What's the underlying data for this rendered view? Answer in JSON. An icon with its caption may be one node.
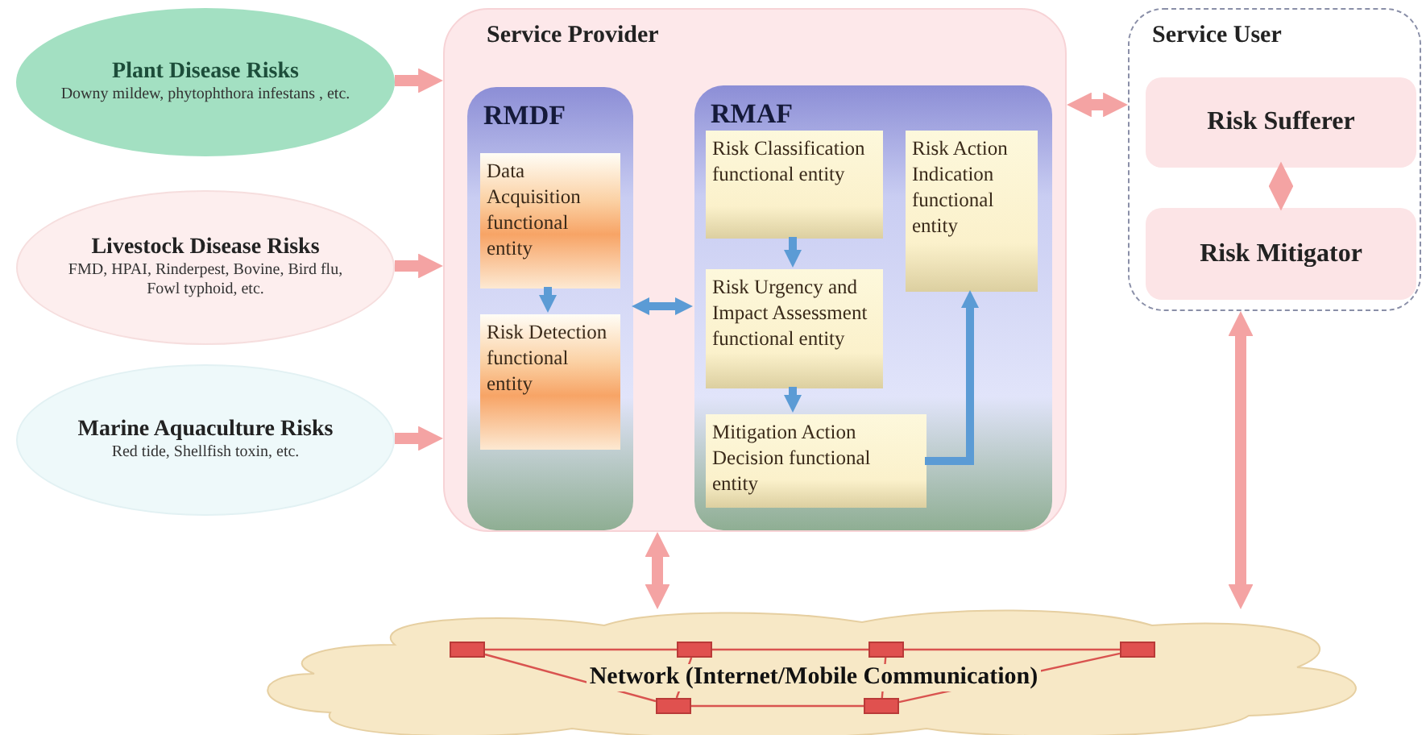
{
  "diagram": {
    "nodes": [
      {
        "text": [
          "Plant Disease Risks",
          "Downy mildew, phytophthora infestans , etc."
        ]
      },
      {
        "text": [
          "Livestock Disease Risks",
          "FMD, HPAI, Rinderpest, Bovine, Bird flu, Fowl typhoid, etc."
        ]
      },
      {
        "text": [
          "Marine Aquaculture Risks",
          "Red tide, Shellfish toxin, etc."
        ]
      },
      {
        "text": [
          "Service Provider"
        ]
      },
      {
        "text": [
          "RMDF"
        ],
        "in": 3
      },
      {
        "text": [
          "Data Acquisition functional entity"
        ],
        "in": 4
      },
      {
        "text": [
          "Risk Detection functional entity"
        ],
        "in": 4
      },
      {
        "text": [
          "RMAF"
        ],
        "in": 3
      },
      {
        "text": [
          "Risk Classification functional entity"
        ],
        "in": 7
      },
      {
        "text": [
          "Risk Urgency and Impact Assessment functional entity"
        ],
        "in": 7
      },
      {
        "text": [
          "Mitigation Action Decision functional entity"
        ],
        "in": 7
      },
      {
        "text": [
          "Risk Action Indication functional entity"
        ],
        "in": 7
      },
      {
        "text": [
          "Service User"
        ]
      },
      {
        "text": [
          "Risk Sufferer"
        ],
        "in": 12
      },
      {
        "text": [
          "Risk Mitigator"
        ],
        "in": 12
      },
      {
        "text": [
          "Network (Internet/Mobile Communication)"
        ]
      },
      {
        "text": [],
        "shape": "box",
        "in": 15
      },
      {
        "text": [],
        "shape": "box",
        "in": 15
      },
      {
        "text": [],
        "shape": "box",
        "in": 15
      },
      {
        "text": [],
        "shape": "box",
        "in": 15
      },
      {
        "text": [],
        "shape": "box",
        "in": 15
      },
      {
        "text": [],
        "shape": "box",
        "in": 15
      }
    ],
    "edges": [
      {
        "from": 0,
        "to": 3,
        "arrow": "to",
        "color": "#f4a3a3"
      },
      {
        "from": 1,
        "to": 3,
        "arrow": "to",
        "color": "#f4a3a3"
      },
      {
        "from": 2,
        "to": 3,
        "arrow": "to",
        "color": "#f4a3a3"
      },
      {
        "from": 5,
        "to": 6,
        "arrow": "to",
        "color": "#5b9bd5"
      },
      {
        "from": 4,
        "to": 7,
        "arrow": "both",
        "color": "#5b9bd5"
      },
      {
        "from": 8,
        "to": 9,
        "arrow": "to",
        "color": "#5b9bd5"
      },
      {
        "from": 9,
        "to": 10,
        "arrow": "to",
        "color": "#5b9bd5"
      },
      {
        "from": 10,
        "to": 11,
        "arrow": "to",
        "color": "#5b9bd5"
      },
      {
        "from": 3,
        "to": 12,
        "arrow": "both",
        "color": "#f4a3a3"
      },
      {
        "from": 13,
        "to": 14,
        "arrow": "both",
        "color": "#f4a3a3"
      },
      {
        "from": 3,
        "to": 15,
        "arrow": "both",
        "color": "#f4a3a3"
      },
      {
        "from": 12,
        "to": 15,
        "arrow": "both",
        "color": "#f4a3a3"
      },
      {
        "from": 16,
        "to": 17,
        "arrow": "none"
      },
      {
        "from": 16,
        "to": 20,
        "arrow": "none"
      },
      {
        "from": 17,
        "to": 18,
        "arrow": "none"
      },
      {
        "from": 18,
        "to": 19,
        "arrow": "none"
      },
      {
        "from": 17,
        "to": 20,
        "arrow": "none"
      },
      {
        "from": 20,
        "to": 21,
        "arrow": "none"
      },
      {
        "from": 21,
        "to": 19,
        "arrow": "none"
      },
      {
        "from": 18,
        "to": 21,
        "arrow": "none"
      }
    ]
  }
}
